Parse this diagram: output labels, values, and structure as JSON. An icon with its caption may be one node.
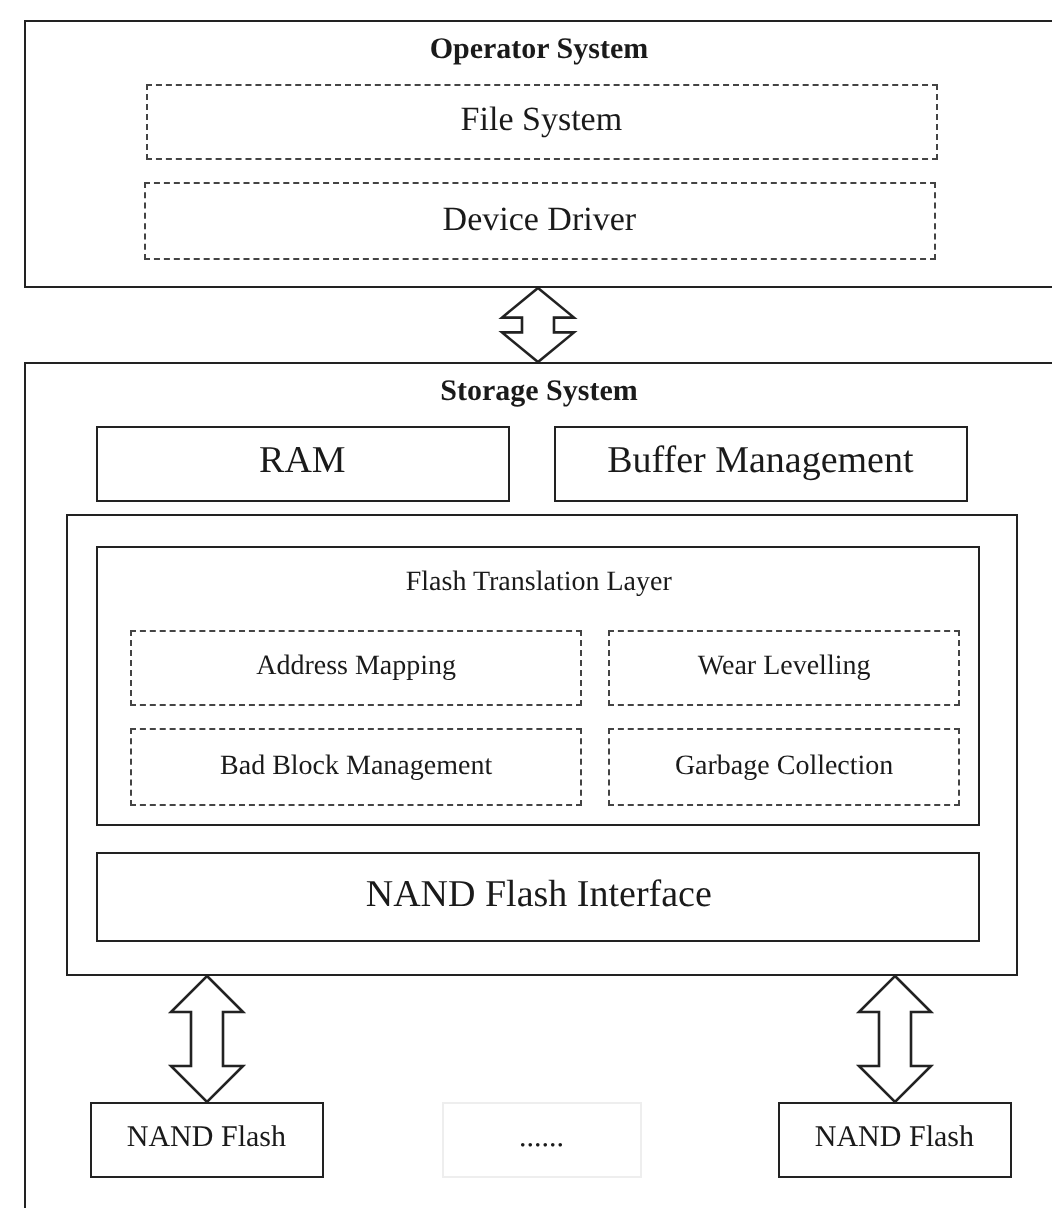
{
  "diagram": {
    "nodes": [
      {
        "text": [
          "Operator System"
        ]
      },
      {
        "text": [
          "File System"
        ],
        "in": 0
      },
      {
        "text": [
          "Device Driver"
        ],
        "in": 0
      },
      {
        "text": [
          "Storage System"
        ]
      },
      {
        "text": [
          "RAM"
        ],
        "in": 3
      },
      {
        "text": [
          "Buffer Management"
        ],
        "in": 3
      },
      {
        "text": [],
        "shape": "box",
        "in": 3
      },
      {
        "text": [
          "Flash Translation Layer"
        ],
        "in": 6
      },
      {
        "text": [
          "Address Mapping"
        ],
        "in": 7
      },
      {
        "text": [
          "Wear Levelling"
        ],
        "in": 7
      },
      {
        "text": [
          "Bad Block Management"
        ],
        "in": 7
      },
      {
        "text": [
          "Garbage Collection"
        ],
        "in": 7
      },
      {
        "text": [
          "NAND Flash Interface"
        ],
        "in": 6
      },
      {
        "text": [
          "NAND Flash"
        ],
        "in": 3
      },
      {
        "text": [
          "......"
        ],
        "in": 3
      },
      {
        "text": [
          "NAND Flash"
        ],
        "in": 3
      }
    ],
    "edges": [
      {
        "from": 0,
        "to": 3,
        "arrow": "both",
        "style": "thick"
      },
      {
        "from": 6,
        "to": 13,
        "arrow": "both",
        "style": "thick"
      },
      {
        "from": 6,
        "to": 15,
        "arrow": "both",
        "style": "thick"
      }
    ]
  }
}
